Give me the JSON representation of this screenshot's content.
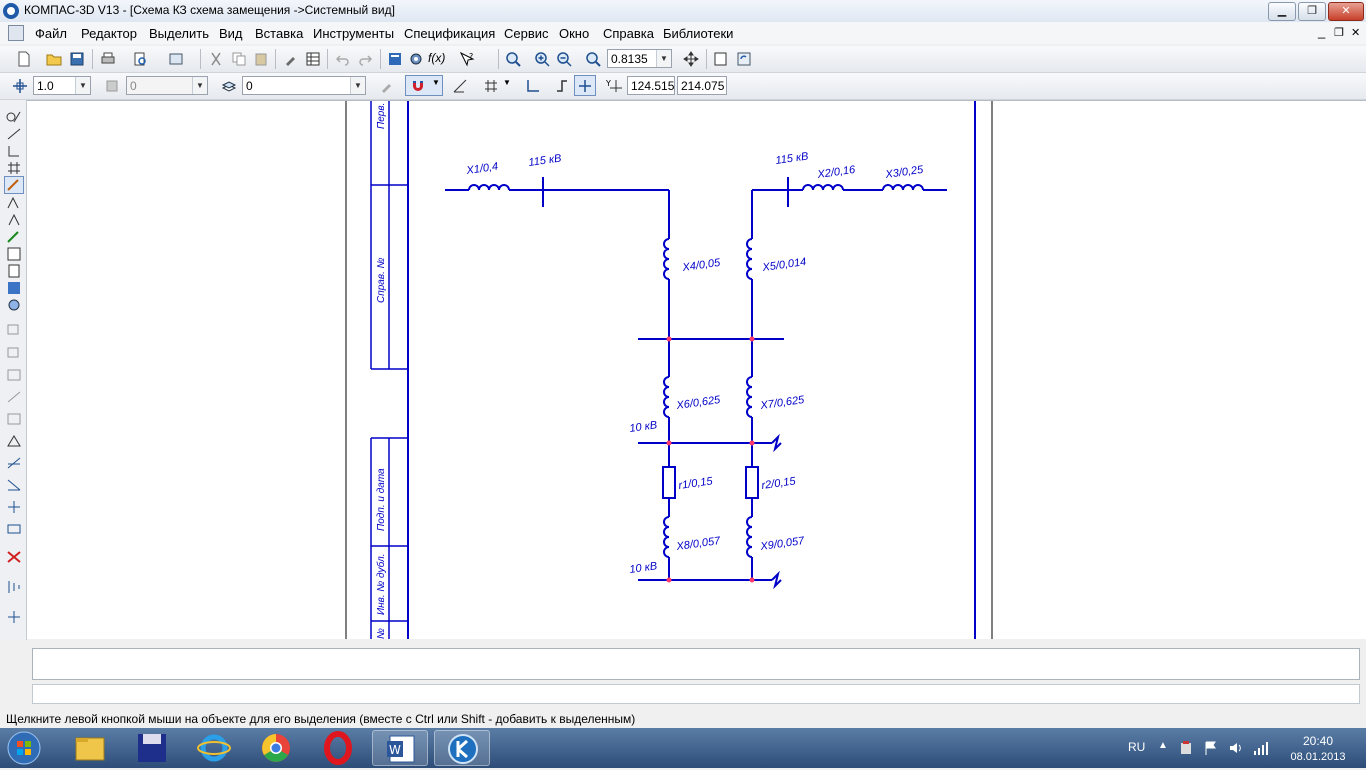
{
  "window": {
    "title": "КОМПАС-3D V13 - [Схема КЗ схема замещения ->Системный вид]",
    "minimize": "▁",
    "maximize": "❐",
    "close": "✕",
    "doc_min": "_",
    "doc_restore": "❐",
    "doc_close": "✕"
  },
  "menu": [
    "Файл",
    "Редактор",
    "Выделить",
    "Вид",
    "Вставка",
    "Инструменты",
    "Спецификация",
    "Сервис",
    "Окно",
    "Справка",
    "Библиотеки"
  ],
  "toolbar1": {
    "zoom_value": "0.8135"
  },
  "toolbar2": {
    "step_value": "1.0",
    "layer_value": "0",
    "style_value": "0",
    "x_coord": "124.515",
    "y_coord": "214.075"
  },
  "title_block": {
    "perv": "Перв.",
    "sprav": "Справ. №",
    "podp_data": "Подп. и дата",
    "inv_dubl": "Инв. № дубл.",
    "inv2": "№"
  },
  "schematic": {
    "labels": {
      "x1": "X1/0,4",
      "v115a": "115 кВ",
      "v115b": "115 кВ",
      "x2": "X2/0,16",
      "x3": "X3/0,25",
      "x4": "X4/0,05",
      "x5": "X5/0,014",
      "x6": "X6/0,625",
      "x7": "X7/0,625",
      "v10a": "10 кВ",
      "r1": "r1/0,15",
      "r2": "r2/0,15",
      "x8": "X8/0,057",
      "x9": "X9/0,057",
      "v10b": "10 кВ"
    },
    "line_color": "#0000c8",
    "node_color": "#ff3b6b"
  },
  "status_text": "Щелкните левой кнопкой мыши на объекте для его выделения (вместе с Ctrl или Shift - добавить к выделенным)",
  "tray": {
    "lang": "RU",
    "time": "20:40",
    "date": "08.01.2013"
  }
}
